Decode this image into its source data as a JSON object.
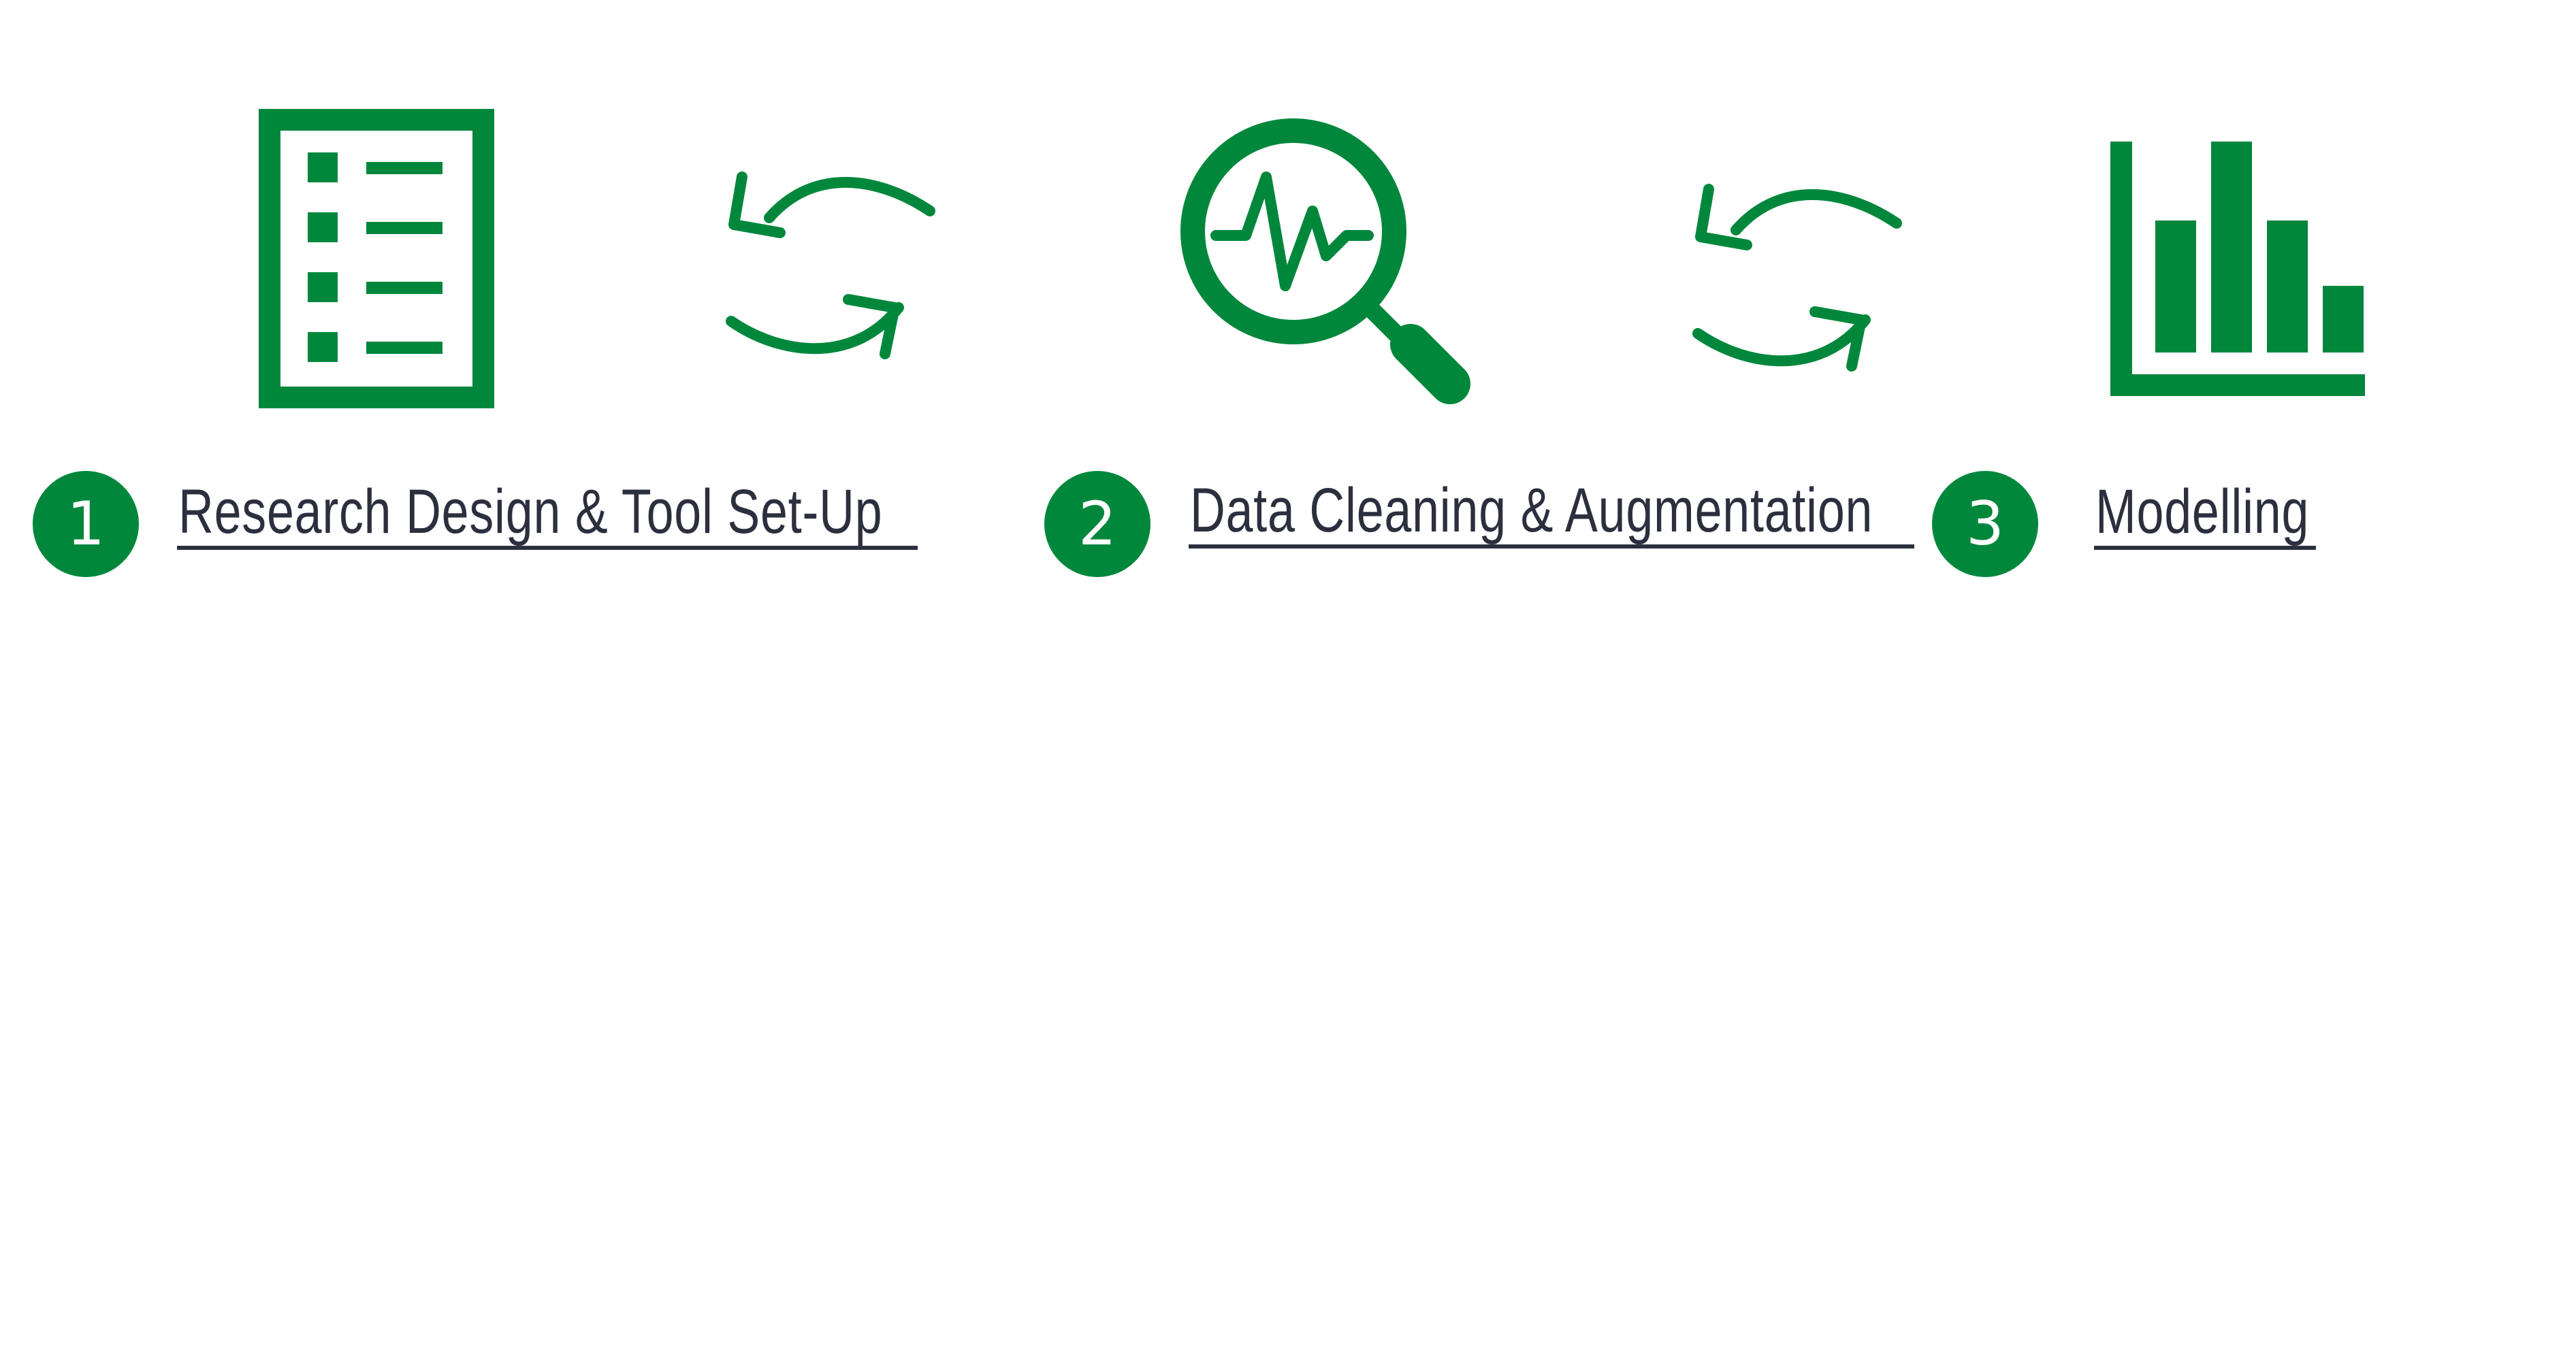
{
  "colors": {
    "accent": "#00873c",
    "text": "#2b2f3e",
    "background": "#ffffff"
  },
  "steps": [
    {
      "number": "1",
      "label": "Research Design & Tool Set-Up",
      "icon": "checklist-icon"
    },
    {
      "number": "2",
      "label": "Data Cleaning & Augmentation",
      "icon": "magnifier-signal-icon"
    },
    {
      "number": "3",
      "label": "Modelling",
      "icon": "bar-chart-icon"
    }
  ],
  "connectors": [
    {
      "icon": "cycle-arrows-icon"
    },
    {
      "icon": "cycle-arrows-icon"
    }
  ]
}
